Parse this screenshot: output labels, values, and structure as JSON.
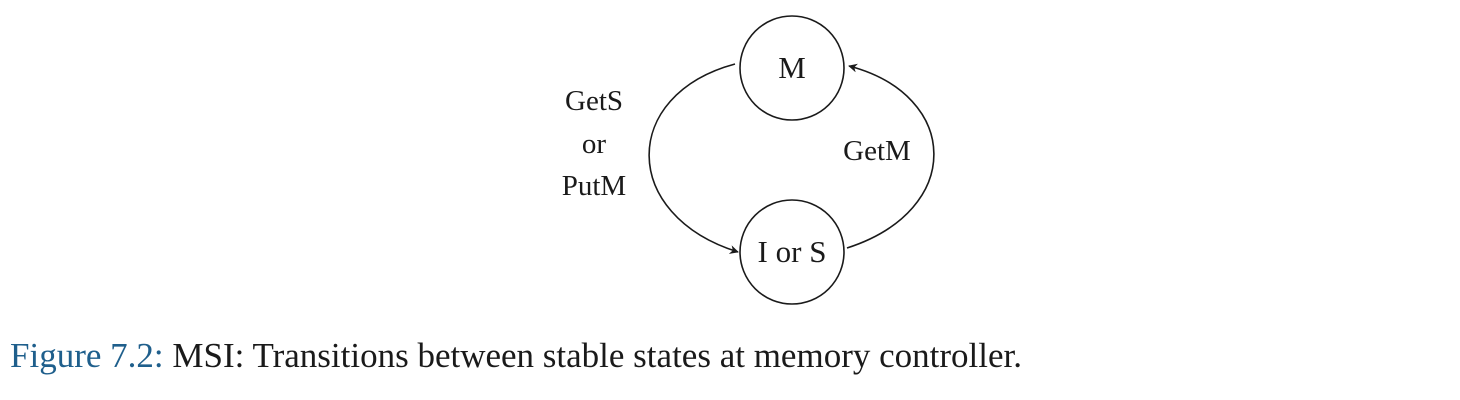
{
  "diagram": {
    "states": [
      {
        "id": "M",
        "label": "M"
      },
      {
        "id": "IS",
        "label": "I or S"
      }
    ],
    "transitions": [
      {
        "from": "M",
        "to": "IS",
        "label_lines": [
          "GetS",
          "or",
          "PutM"
        ]
      },
      {
        "from": "IS",
        "to": "M",
        "label_lines": [
          "GetM"
        ]
      }
    ]
  },
  "caption": {
    "figure_number": "Figure 7.2:",
    "text": "MSI: Transitions between stable states at memory controller."
  }
}
